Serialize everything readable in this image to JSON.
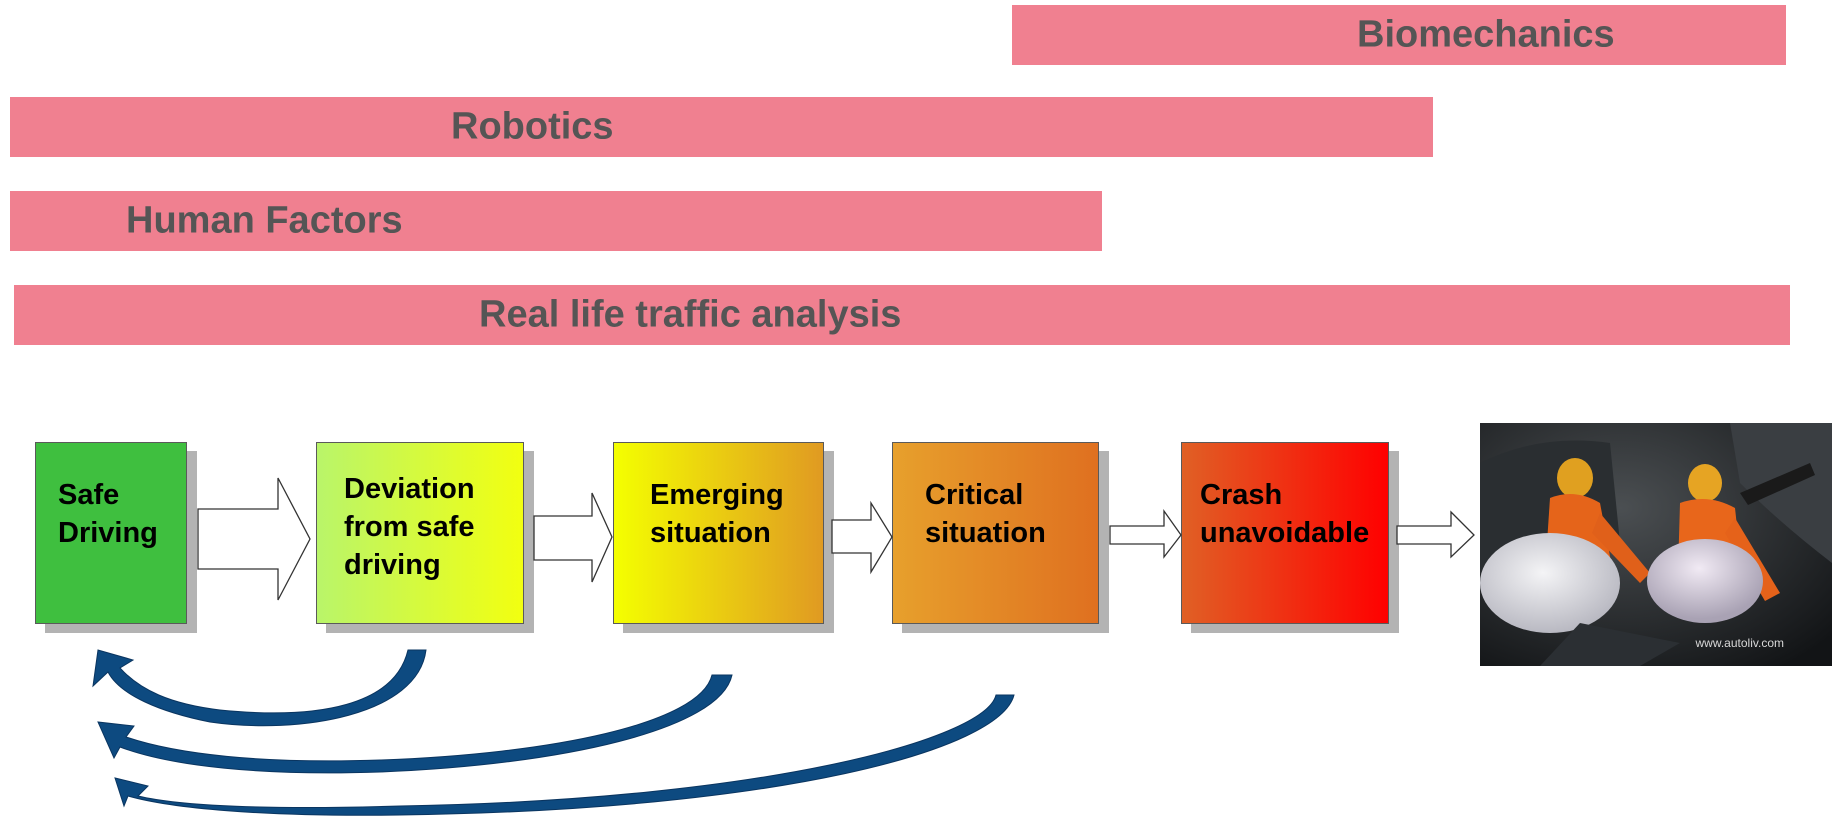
{
  "bands": [
    {
      "id": "biomechanics",
      "label": "Biomechanics"
    },
    {
      "id": "robotics",
      "label": "Robotics"
    },
    {
      "id": "human-factors",
      "label": "Human Factors"
    },
    {
      "id": "real-life",
      "label": "Real life traffic analysis"
    }
  ],
  "stages": [
    {
      "id": "safe-driving",
      "label": "Safe\nDriving",
      "color_start": "#3fbf3f",
      "color_end": "#3fbf3f"
    },
    {
      "id": "deviation",
      "label": "Deviation\nfrom safe\ndriving",
      "color_start": "#b9f56a",
      "color_end": "#f2ff10"
    },
    {
      "id": "emerging",
      "label": "Emerging\nsituation",
      "color_start": "#f4ff00",
      "color_end": "#e09a22"
    },
    {
      "id": "critical",
      "label": "Critical\nsituation",
      "color_start": "#e7a02c",
      "color_end": "#df7020"
    },
    {
      "id": "crash",
      "label": "Crash\nunavoidable",
      "color_start": "#e06025",
      "color_end": "#ff0000"
    }
  ],
  "photo": {
    "caption": "www.autoliv.com",
    "description": "crash-test-dummies-airbag-photo"
  },
  "colors": {
    "band": "#f08090",
    "band_text": "#555555",
    "feedback_arrow": "#0d4a80",
    "flow_arrow_fill": "#ffffff"
  }
}
